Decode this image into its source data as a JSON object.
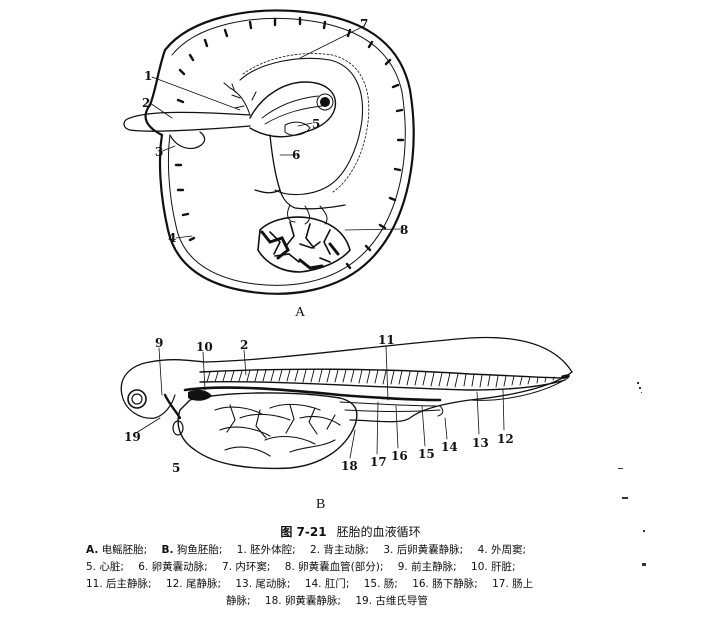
{
  "figure": {
    "number": "图 7-21",
    "title": "胚胎的血液循环",
    "panels": [
      {
        "id": "A",
        "label": "A",
        "subject": "电鳐胚胎"
      },
      {
        "id": "B",
        "label": "B",
        "subject": "狗鱼胚胎"
      }
    ],
    "panel_a_labels": [
      "1",
      "2",
      "3",
      "4",
      "5",
      "6",
      "7",
      "8"
    ],
    "panel_b_labels": [
      "9",
      "10",
      "2",
      "11",
      "19",
      "5",
      "18",
      "17",
      "16",
      "15",
      "14",
      "13",
      "12"
    ]
  },
  "legend": {
    "panels": [
      {
        "key": "A.",
        "text": "电鳐胚胎;"
      },
      {
        "key": "B.",
        "text": "狗鱼胚胎;"
      }
    ],
    "items": [
      {
        "num": "1.",
        "text": "胚外体腔;"
      },
      {
        "num": "2.",
        "text": "背主动脉;"
      },
      {
        "num": "3.",
        "text": "后卵黄囊静脉;"
      },
      {
        "num": "4.",
        "text": "外周窦;"
      },
      {
        "num": "5.",
        "text": "心脏;"
      },
      {
        "num": "6.",
        "text": "卵黄囊动脉;"
      },
      {
        "num": "7.",
        "text": "内环窦;"
      },
      {
        "num": "8.",
        "text": "卵黄囊血管(部分);"
      },
      {
        "num": "9.",
        "text": "前主静脉;"
      },
      {
        "num": "10.",
        "text": "肝脏;"
      },
      {
        "num": "11.",
        "text": "后主静脉;"
      },
      {
        "num": "12.",
        "text": "尾静脉;"
      },
      {
        "num": "13.",
        "text": "尾动脉;"
      },
      {
        "num": "14.",
        "text": "肛门;"
      },
      {
        "num": "15.",
        "text": "肠;"
      },
      {
        "num": "16.",
        "text": "肠下静脉;"
      },
      {
        "num": "17.",
        "text": "肠上"
      },
      {
        "num": "",
        "text": "静脉;"
      },
      {
        "num": "18.",
        "text": "卵黄囊静脉;"
      },
      {
        "num": "19.",
        "text": "古维氏导管"
      }
    ]
  }
}
